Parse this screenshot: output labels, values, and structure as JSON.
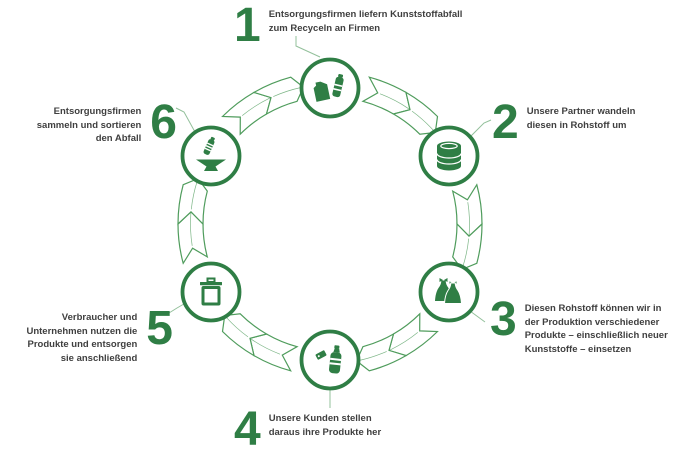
{
  "colors": {
    "accent_green": "#2F7E45",
    "ring_green": "#4F9C5C",
    "connector_green": "#93C09B",
    "text_gray": "#3F3F3F",
    "background": "#FFFFFF"
  },
  "diagram": {
    "type": "circular-process-cycle",
    "direction": "clockwise",
    "step_count": 6
  },
  "steps": [
    {
      "number": "1",
      "icon": "plastic-waste-jug-and-bottle-icon",
      "lines": [
        "Entsorgungsfirmen liefern Kunststoffabfall",
        "zum Recyceln an Firmen"
      ]
    },
    {
      "number": "2",
      "icon": "barrel-icon",
      "lines": [
        "Unsere Partner wandeln",
        "diesen in Rohstoff um"
      ]
    },
    {
      "number": "3",
      "icon": "clothing-icon",
      "lines": [
        "Diesen Rohstoff können wir in",
        "der Produktion verschiedener",
        "Produkte – einschließlich neuer",
        "Kunststoffe – einsetzen"
      ]
    },
    {
      "number": "4",
      "icon": "bottle-product-with-tag-icon",
      "lines": [
        "Unsere Kunden stellen",
        "daraus ihre Produkte her"
      ]
    },
    {
      "number": "5",
      "icon": "trash-bin-icon",
      "lines": [
        "Verbraucher und",
        "Unternehmen nutzen die",
        "Produkte und entsorgen",
        "sie anschließend"
      ]
    },
    {
      "number": "6",
      "icon": "sorting-funnel-icon",
      "lines": [
        "Entsorgungsfirmen",
        "sammeln und sortieren",
        "den Abfall"
      ]
    }
  ]
}
